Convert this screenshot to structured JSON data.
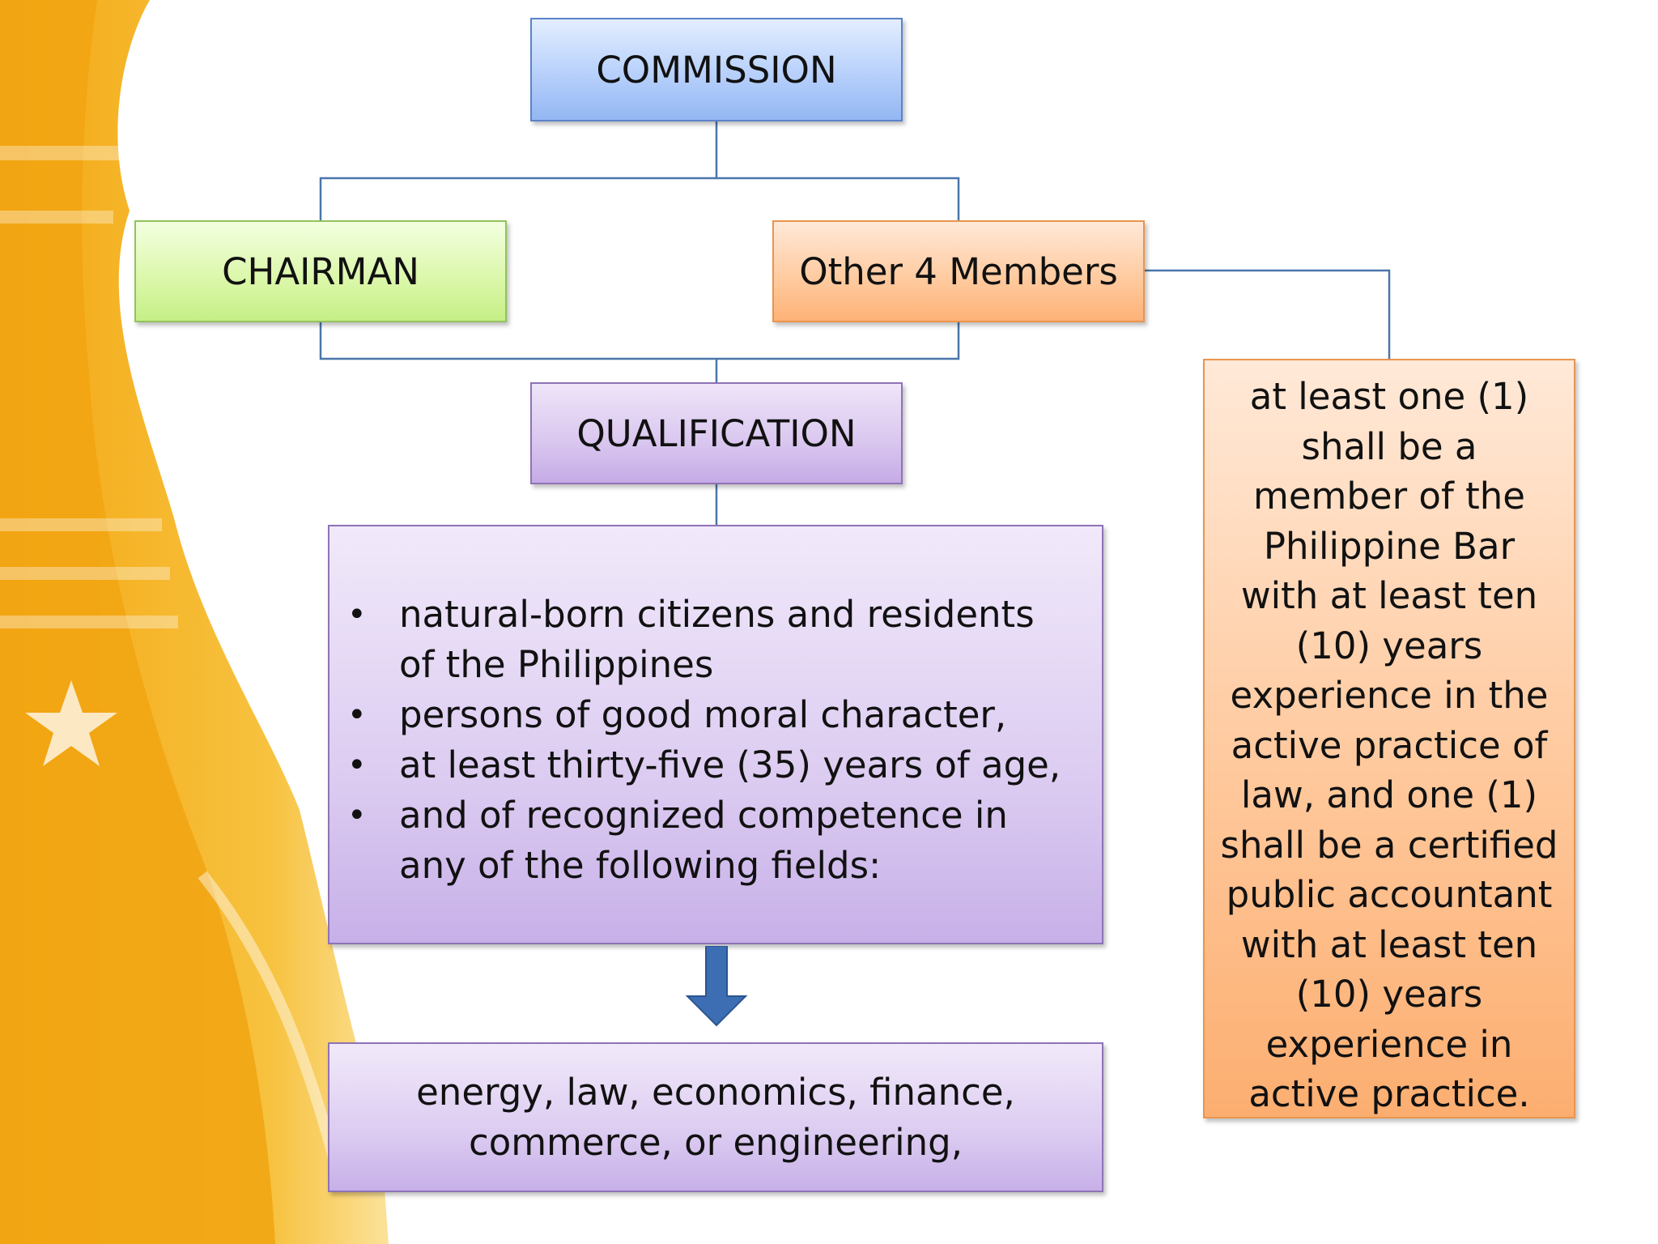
{
  "diagram": {
    "commission": "COMMISSION",
    "chairman": "CHAIRMAN",
    "other_members": "Other 4 Members",
    "qualification": "QUALIFICATION",
    "criteria": [
      "natural-born citizens and residents of the Philippines",
      "persons of good moral character,",
      "at least thirty-five (35) years of age,",
      "and of recognized competence in any of the following fields:"
    ],
    "bullet_symbol": "•",
    "fields": "energy, law, economics, finance, commerce, or engineering,",
    "member_requirement": "at least one (1) shall be a member of the Philippine Bar with at least ten (10) years experience in the active practice of law, and one (1) shall be a certified public accountant with at least ten (10) years experience in active practice."
  },
  "colors": {
    "connector": "#4a76ab",
    "arrow": "#3d6eb3",
    "background_accent": "#f2b21b",
    "commission_fill": "#b7d0fb",
    "chairman_fill": "#daf7a8",
    "members_fill": "#ffc99d",
    "qualification_fill": "#d9c6ef"
  }
}
